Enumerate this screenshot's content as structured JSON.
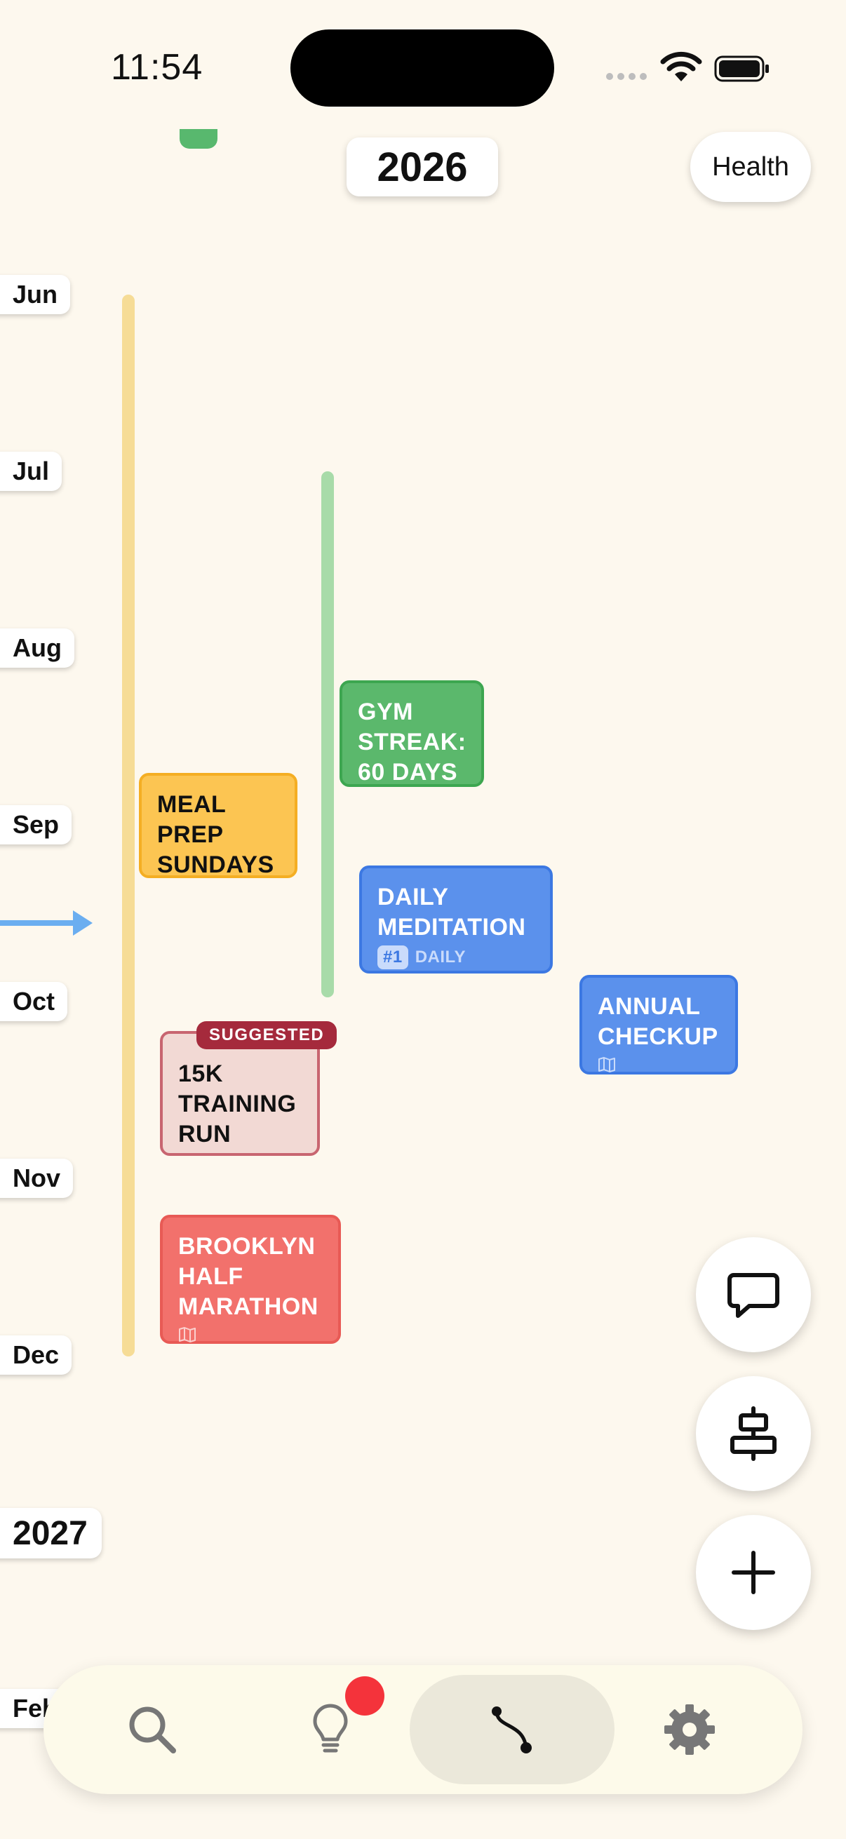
{
  "status_bar": {
    "time": "11:54"
  },
  "header": {
    "year": "2026",
    "category": "Health"
  },
  "timeline": {
    "months": [
      "Jun",
      "Jul",
      "Aug",
      "Sep",
      "Oct",
      "Nov",
      "Dec"
    ],
    "next_year": "2027",
    "partial_month": "Feb"
  },
  "events": {
    "gym": {
      "lines": [
        "GYM",
        "STREAK:",
        "60 DAYS"
      ]
    },
    "meal": {
      "lines": [
        "MEAL",
        "PREP",
        "SUNDAYS"
      ]
    },
    "meditation": {
      "lines": [
        "DAILY",
        "MEDITATION"
      ],
      "rank": "#1",
      "frequency": "DAILY"
    },
    "annual": {
      "lines": [
        "ANNUAL",
        "CHECKUP"
      ]
    },
    "training": {
      "badge": "SUGGESTED",
      "lines": [
        "15K",
        "TRAINING",
        "RUN"
      ]
    },
    "brooklyn": {
      "lines": [
        "BROOKLYN",
        "HALF",
        "MARATHON"
      ]
    }
  },
  "colors": {
    "background": "#FDF8EE",
    "green": "#5BB86C",
    "yellow": "#FCC552",
    "blue": "#5B91EC",
    "red": "#F2716C",
    "suggested": "#A52A3C",
    "notification": "#F4333B"
  },
  "icons": {
    "fab": [
      "chat-bubble-icon",
      "align-center-icon",
      "plus-icon"
    ],
    "tabs": [
      "search-icon",
      "lightbulb-icon",
      "path-icon",
      "gear-icon"
    ]
  }
}
